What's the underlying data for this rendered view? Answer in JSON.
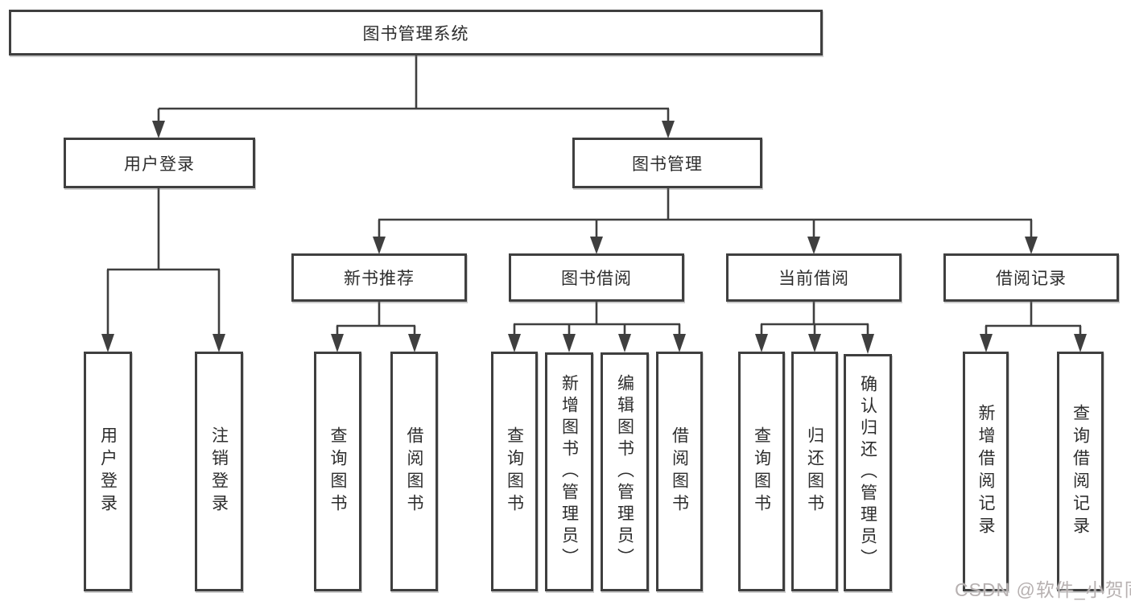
{
  "diagram_title": "图书管理系统",
  "tree": {
    "root": {
      "label": "图书管理系统"
    },
    "branches": [
      {
        "label": "用户登录",
        "children": [
          {
            "label": "用户登录"
          },
          {
            "label": "注销登录"
          }
        ]
      },
      {
        "label": "图书管理",
        "children": [
          {
            "label": "新书推荐",
            "children": [
              {
                "label": "查询图书"
              },
              {
                "label": "借阅图书"
              }
            ]
          },
          {
            "label": "图书借阅",
            "children": [
              {
                "label": "查询图书"
              },
              {
                "label": "新增图书（管理员）"
              },
              {
                "label": "编辑图书（管理员）"
              },
              {
                "label": "借阅图书"
              }
            ]
          },
          {
            "label": "当前借阅",
            "children": [
              {
                "label": "查询图书"
              },
              {
                "label": "归还图书"
              },
              {
                "label": "确认归还（管理员）"
              }
            ]
          },
          {
            "label": "借阅记录",
            "children": [
              {
                "label": "新增借阅记录"
              },
              {
                "label": "查询借阅记录"
              }
            ]
          }
        ]
      }
    ]
  },
  "watermark": {
    "text": "CSDN @软件_小贺同学",
    "color": "#b7b1b1"
  },
  "colors": {
    "line": "#3f3f3f",
    "box_border": "#3f3f3f",
    "text": "#2d2d2d",
    "background": "#ffffff"
  }
}
